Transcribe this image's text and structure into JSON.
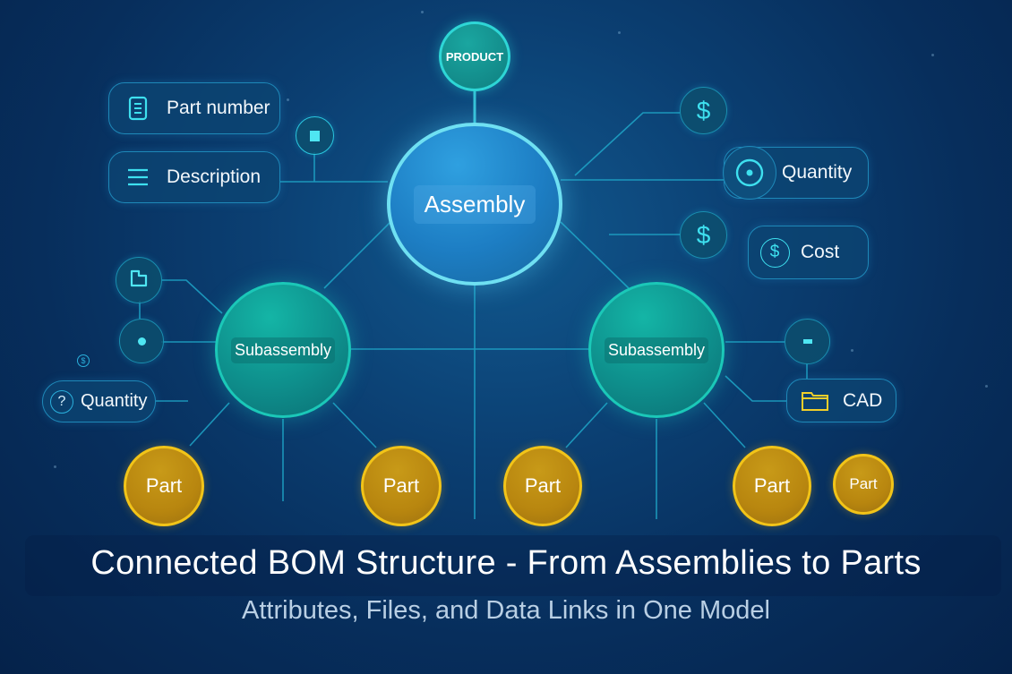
{
  "diagram": {
    "root": {
      "label": "PRODUCT"
    },
    "assembly": {
      "label": "Assembly"
    },
    "subassemblies": [
      {
        "label": "Subassembly"
      },
      {
        "label": "Subassembly"
      }
    ],
    "parts": [
      {
        "label": "Part"
      },
      {
        "label": "Part"
      },
      {
        "label": "Part"
      },
      {
        "label": "Part"
      },
      {
        "label": "Part"
      }
    ],
    "attributes_left": [
      {
        "label": "Part number",
        "icon": "document-icon"
      },
      {
        "label": "Description",
        "icon": "menu-lines-icon"
      }
    ],
    "attributes_right": [
      {
        "label": "Quantity",
        "icon": "target-icon"
      },
      {
        "label": "Cost",
        "icon": "dollar-circle-icon"
      }
    ],
    "sub_left_attributes": [
      {
        "label": "Quantity",
        "icon": "question-icon"
      }
    ],
    "sub_right_attributes": [
      {
        "label": "CAD",
        "icon": "folder-icon"
      }
    ],
    "icon_nodes": {
      "top_left": "square-icon",
      "top_right": "dollar-icon",
      "mid_right": "dollar-icon",
      "sub_left_top": "file-icon",
      "sub_left_mid": "dot-icon",
      "sub_left_small": "dollar-small-icon",
      "sub_right_top": "minus-icon"
    },
    "glyphs": {
      "dollar": "$",
      "question": "?"
    }
  },
  "caption": {
    "title": "Connected BOM Structure - From Assemblies to Parts",
    "subtitle": "Attributes, Files, and Data Links in One Model"
  },
  "colors": {
    "background": "#072e5c",
    "assembly": "#1d7ec4",
    "subassembly": "#0e8f8c",
    "part": "#b8860f",
    "accent": "#3ee0ef"
  }
}
